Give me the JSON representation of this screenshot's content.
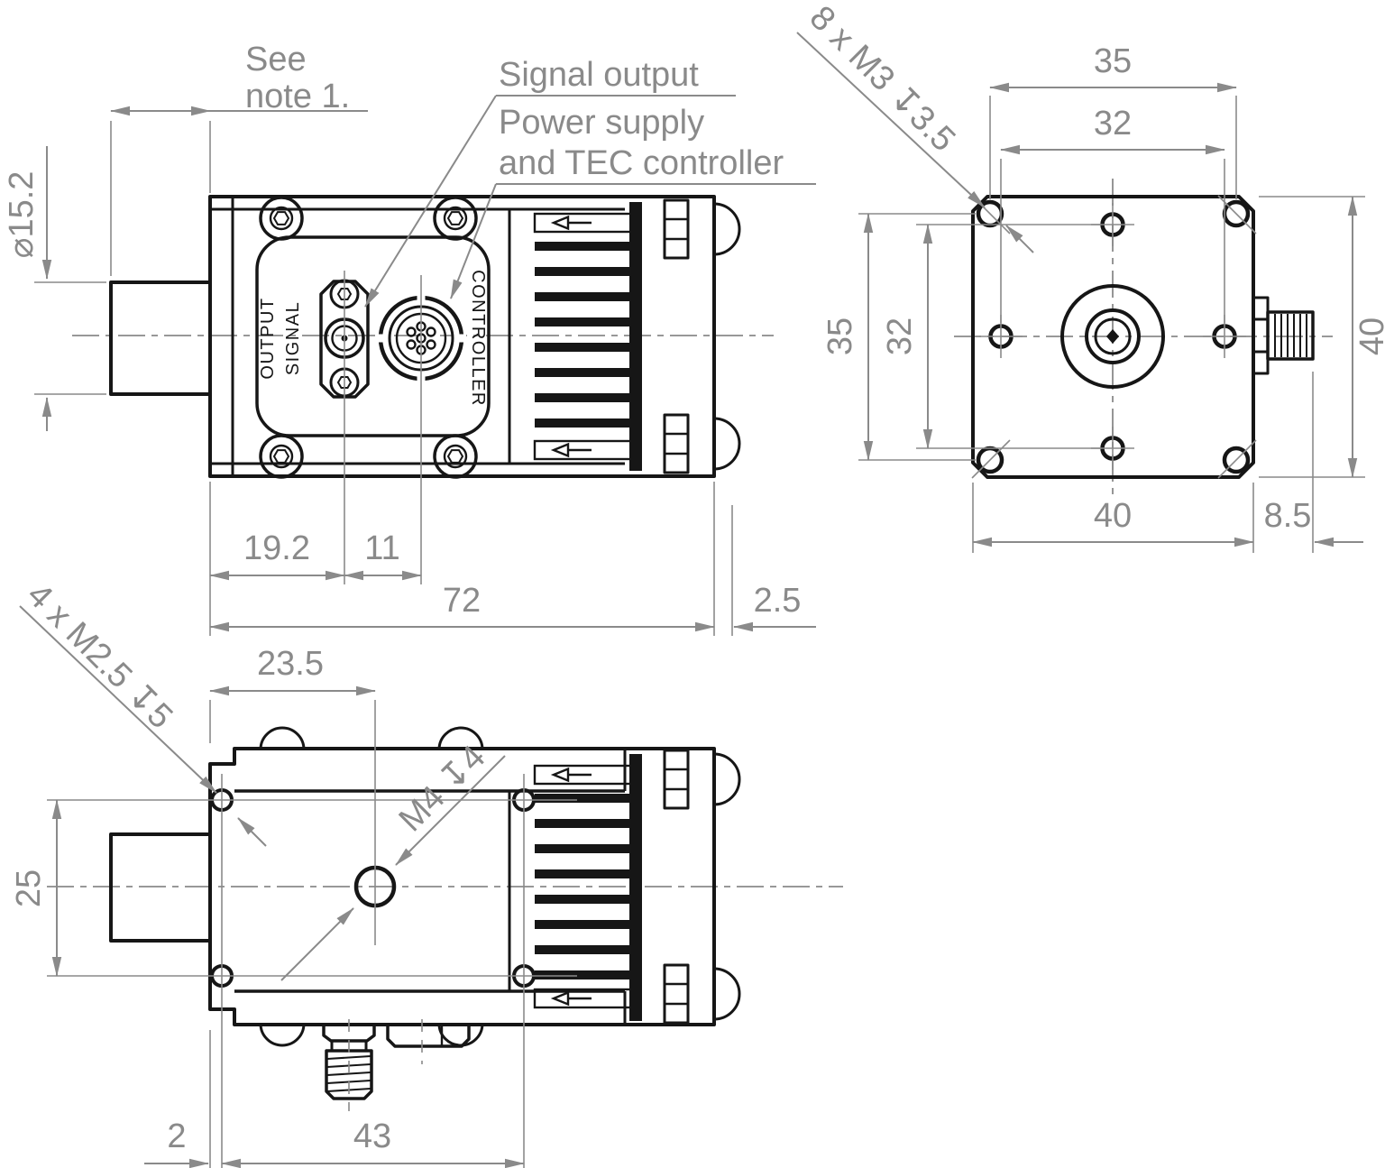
{
  "drawing": {
    "callouts": {
      "see_note_line1": "See",
      "see_note_line2": "note 1.",
      "signal_output": "Signal output",
      "power_supply_line1": "Power supply",
      "power_supply_line2": "and TEC controller",
      "m3_thread": "8 x M3 ↧3.5",
      "m25_thread": "4 x M2.5 ↧5",
      "m4_thread": "M4 ↧4"
    },
    "panel": {
      "signal_line1": "SIGNAL",
      "signal_line2": "OUTPUT",
      "controller": "CONTROLLER"
    },
    "dimensions": {
      "barrel_diameter": "⌀15.2",
      "sma_offset": "19.2",
      "connector_pitch": "11",
      "body_length": "72",
      "clip_offset": "2.5",
      "front_top_outer": "35",
      "front_top_inner": "32",
      "front_left_outer": "35",
      "front_left_inner": "32",
      "front_right_height": "40",
      "front_bottom_width": "40",
      "sma_protrusion": "8.5",
      "m4_offset": "23.5",
      "hole_row_spacing": "25",
      "hole_edge_offset": "2",
      "hole_col_spacing": "43"
    },
    "colors": {
      "object_line": "#161616",
      "dimension_line": "#8a8a8a",
      "background": "#ffffff"
    }
  }
}
